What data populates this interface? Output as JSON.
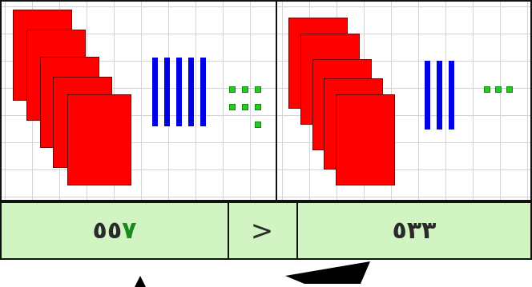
{
  "left_number": {
    "hundreds_digit": "٥",
    "tens_digit": "٥",
    "ones_digit": "٧"
  },
  "comparison_symbol": ">",
  "right_number": {
    "text": "٥٣٣"
  },
  "left_model": {
    "hundreds": 5,
    "tens": 5,
    "ones": 7
  },
  "right_model": {
    "hundreds": 5,
    "tens": 3,
    "ones": 3
  },
  "colors": {
    "hundred": "#ff0000",
    "ten": "#0000e6",
    "one": "#22cc22",
    "bar": "#d2f3c2"
  }
}
